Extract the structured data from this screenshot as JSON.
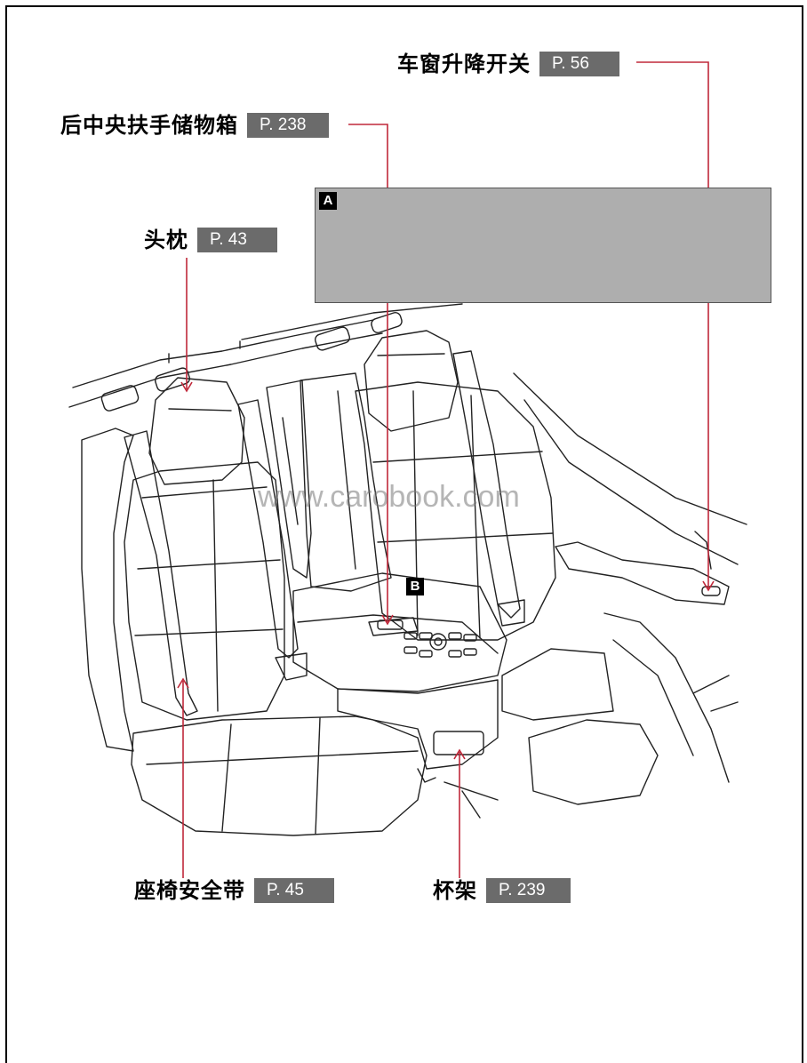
{
  "callouts": {
    "window_switch": {
      "label": "车窗升降开关",
      "page": "P. 56"
    },
    "armrest_box": {
      "label": "后中央扶手储物箱",
      "page": "P. 238"
    },
    "headrest": {
      "label": "头枕",
      "page": "P. 43"
    },
    "seatbelt": {
      "label": "座椅安全带",
      "page": "P. 45"
    },
    "cup_holder": {
      "label": "杯架",
      "page": "P. 239"
    }
  },
  "markers": {
    "a": "A",
    "b": "B"
  },
  "watermark": "www.carobook.com",
  "colors": {
    "leader_line": "#c0283a",
    "page_tag": "#6b6b6b",
    "panel": "#aeaeae"
  }
}
